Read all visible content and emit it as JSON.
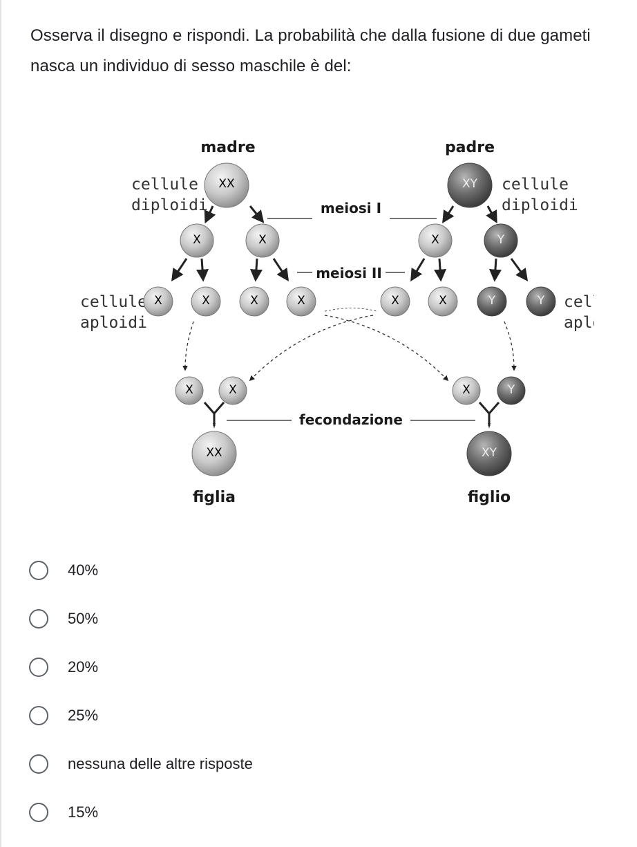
{
  "question": {
    "text": "Osserva il disegno e rispondi. La probabilità che dalla fusione di due gameti nasca un individuo di sesso maschile è del:"
  },
  "figure": {
    "mother_label": "madre",
    "father_label": "padre",
    "diploid_label_line1": "cellule",
    "diploid_label_line2": "diploidi",
    "haploid_label_line1": "cellule",
    "haploid_label_line2": "aploidi",
    "meiosis1_label": "meiosi I",
    "meiosis2_label": "meiosi II",
    "fertilization_label": "fecondazione",
    "daughter_label": "figlia",
    "son_label": "figlio",
    "mother_cell": "XX",
    "father_cell": "XY",
    "mother_meiosis1_cells": [
      "X",
      "X"
    ],
    "father_meiosis1_cells": [
      "X",
      "Y"
    ],
    "mother_gametes": [
      "X",
      "X",
      "X",
      "X"
    ],
    "father_gametes": [
      "X",
      "X",
      "Y",
      "Y"
    ],
    "daughter_pair": [
      "X",
      "X"
    ],
    "son_pair": [
      "X",
      "Y"
    ],
    "daughter_cell": "XX",
    "son_cell": "XY",
    "colors": {
      "light_cell": "#c8c8c8",
      "dark_cell": "#6a6a6a"
    }
  },
  "options": [
    {
      "label": "40%"
    },
    {
      "label": "50%"
    },
    {
      "label": "20%"
    },
    {
      "label": "25%"
    },
    {
      "label": "nessuna delle altre risposte"
    },
    {
      "label": "15%"
    }
  ]
}
